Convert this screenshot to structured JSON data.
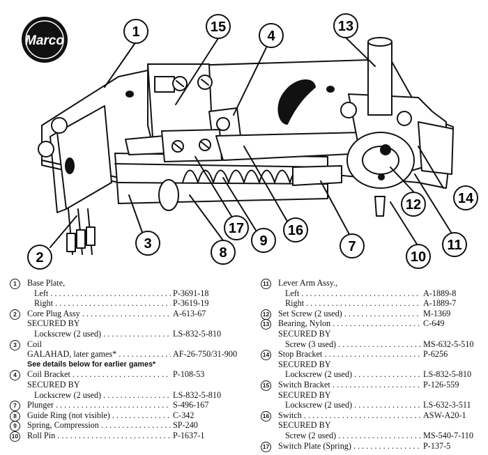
{
  "logo": {
    "text": "Marco"
  },
  "callouts": [
    "1",
    "2",
    "3",
    "4",
    "8",
    "9",
    "10",
    "11",
    "12",
    "13",
    "14",
    "15",
    "16",
    "17",
    "7"
  ],
  "parts_left": [
    {
      "num": "1",
      "lines": [
        {
          "name": "Base Plate,",
          "part": "",
          "indent": 0
        },
        {
          "name": "Left . . . . . . . . . . . . . . . . . . . . . . . . . . . . . . . .",
          "part": "P-3691-18",
          "indent": 1
        },
        {
          "name": "Right . . . . . . . . . . . . . . . . . . . . . . . . . . . . . . . .",
          "part": "P-3619-19",
          "indent": 1
        }
      ]
    },
    {
      "num": "2",
      "lines": [
        {
          "name": "Core Plug Assy . . . . . . . . . . . . . . . . . . . . . . . . . . .",
          "part": "A-613-67",
          "indent": 0
        },
        {
          "name": "SECURED BY",
          "part": "",
          "indent": 0
        },
        {
          "name": "Lockscrew (2 used) . . . . . . . . . . . . . . . . . . . .",
          "part": "LS-832-5-810",
          "indent": 1
        }
      ]
    },
    {
      "num": "3",
      "lines": [
        {
          "name": "Coil",
          "part": "",
          "indent": 0
        },
        {
          "name": "GALAHAD, later games* . . . . . . . . . . . . . . . . .",
          "part": "AF-26-750/31-900",
          "indent": 0
        }
      ]
    },
    {
      "num": "",
      "note": "See details below for earlier games*",
      "lines": []
    },
    {
      "num": "4",
      "lines": [
        {
          "name": "Coil Bracket . . . . . . . . . . . . . . . . . . . . . . . . . . . . .",
          "part": "P-108-53",
          "indent": 0
        },
        {
          "name": "SECURED BY",
          "part": "",
          "indent": 0
        },
        {
          "name": "Lockscrew (2 used) . . . . . . . . . . . . . . . . . . . .",
          "part": "LS-832-5-810",
          "indent": 1
        }
      ]
    },
    {
      "num": "7",
      "lines": [
        {
          "name": "Plunger . . . . . . . . . . . . . . . . . . . . . . . . . . . . . . . . .",
          "part": "S-496-167",
          "indent": 0
        }
      ]
    },
    {
      "num": "8",
      "lines": [
        {
          "name": "Guide Ring (not visible) . . . . . . . . . . . . . . . . . . .",
          "part": "C-342",
          "indent": 0
        }
      ]
    },
    {
      "num": "9",
      "lines": [
        {
          "name": "Spring, Compression . . . . . . . . . . . . . . . . . . . . .",
          "part": "SP-240",
          "indent": 0
        }
      ]
    },
    {
      "num": "10",
      "lines": [
        {
          "name": "Roll Pin . . . . . . . . . . . . . . . . . . . . . . . . . . . . . . . .",
          "part": "P-1637-1",
          "indent": 0
        }
      ]
    }
  ],
  "parts_right": [
    {
      "num": "11",
      "lines": [
        {
          "name": "Lever Arm Assy.,",
          "part": "",
          "indent": 0
        },
        {
          "name": "Left . . . . . . . . . . . . . . . . . . . . . . . . . . . . . . . .",
          "part": "A-1889-8",
          "indent": 1
        },
        {
          "name": "Right . . . . . . . . . . . . . . . . . . . . . . . . . . . . . . . .",
          "part": "A-1889-7",
          "indent": 1
        }
      ]
    },
    {
      "num": "12",
      "lines": [
        {
          "name": "Set Screw (2 used) . . . . . . . . . . . . . . . . . . . . . . .",
          "part": "M-1369",
          "indent": 0
        }
      ]
    },
    {
      "num": "13",
      "lines": [
        {
          "name": "Bearing, Nylon . . . . . . . . . . . . . . . . . . . . . . . . . . .",
          "part": "C-649",
          "indent": 0
        },
        {
          "name": "SECURED BY",
          "part": "",
          "indent": 0
        },
        {
          "name": "Screw (3 used) . . . . . . . . . . . . . . . . . . . . . . . .",
          "part": "MS-632-5-510",
          "indent": 1
        }
      ]
    },
    {
      "num": "14",
      "lines": [
        {
          "name": "Stop Bracket . . . . . . . . . . . . . . . . . . . . . . . . . . . .",
          "part": "P-6256",
          "indent": 0
        },
        {
          "name": "SECURED BY",
          "part": "",
          "indent": 0
        },
        {
          "name": "Lockscrew (2 used) . . . . . . . . . . . . . . . . . . . .",
          "part": "LS-832-5-810",
          "indent": 1
        }
      ]
    },
    {
      "num": "15",
      "lines": [
        {
          "name": "Switch Bracket . . . . . . . . . . . . . . . . . . . . . . . . . .",
          "part": "P-126-559",
          "indent": 0
        },
        {
          "name": "SECURED BY",
          "part": "",
          "indent": 0
        },
        {
          "name": "Lockscrew (2 used) . . . . . . . . . . . . . . . . . . . .",
          "part": "LS-632-3-511",
          "indent": 1
        }
      ]
    },
    {
      "num": "16",
      "lines": [
        {
          "name": "Switch . . . . . . . . . . . . . . . . . . . . . . . . . . . . . . . .",
          "part": "ASW-A20-1",
          "indent": 0
        },
        {
          "name": "SECURED BY",
          "part": "",
          "indent": 0
        },
        {
          "name": "Screw (2 used) . . . . . . . . . . . . . . . . . . . . . . . .",
          "part": "MS-540-7-110",
          "indent": 1
        }
      ]
    },
    {
      "num": "17",
      "lines": [
        {
          "name": "Switch Plate (Spring) . . . . . . . . . . . . . . . . . . . .",
          "part": "P-137-5",
          "indent": 0
        }
      ]
    }
  ]
}
